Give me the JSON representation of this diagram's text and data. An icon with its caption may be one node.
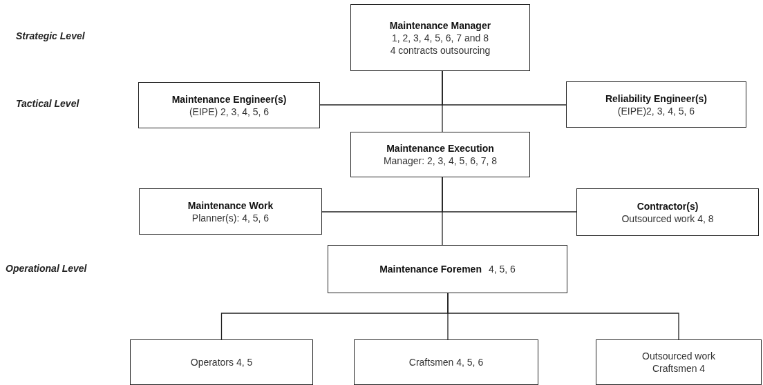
{
  "diagram": {
    "nodes": [
      {
        "text": [
          "Maintenance Manager",
          "1, 2, 3, 4, 5, 6, 7 and 8",
          "4 contracts outsourcing"
        ]
      },
      {
        "text": [
          "Maintenance Engineer(s)",
          "(EIPE) 2, 3, 4, 5, 6"
        ]
      },
      {
        "text": [
          "Reliability Engineer(s)",
          "(EIPE)2, 3, 4, 5, 6"
        ]
      },
      {
        "text": [
          "Maintenance Execution",
          "Manager: 2, 3, 4, 5, 6, 7, 8"
        ]
      },
      {
        "text": [
          "Maintenance Work",
          "Planner(s): 4, 5, 6"
        ]
      },
      {
        "text": [
          "Contractor(s)",
          "Outsourced work 4, 8"
        ]
      },
      {
        "text": [
          "Maintenance Foremen",
          "4, 5, 6"
        ]
      },
      {
        "text": [
          "Operators 4, 5"
        ]
      },
      {
        "text": [
          "Craftsmen 4, 5, 6"
        ]
      },
      {
        "text": [
          "Outsourced work",
          "Craftsmen 4"
        ]
      }
    ],
    "edges": [
      {
        "from": 0,
        "to": 1,
        "arrow": "none"
      },
      {
        "from": 0,
        "to": 2,
        "arrow": "none"
      },
      {
        "from": 0,
        "to": 3,
        "arrow": "none"
      },
      {
        "from": 3,
        "to": 4,
        "arrow": "none"
      },
      {
        "from": 3,
        "to": 5,
        "arrow": "none"
      },
      {
        "from": 3,
        "to": 6,
        "arrow": "none"
      },
      {
        "from": 6,
        "to": 7,
        "arrow": "none"
      },
      {
        "from": 6,
        "to": 8,
        "arrow": "none"
      },
      {
        "from": 6,
        "to": 9,
        "arrow": "none"
      }
    ],
    "labels": [
      "Strategic Level",
      "Tactical Level",
      "Operational Level"
    ]
  }
}
